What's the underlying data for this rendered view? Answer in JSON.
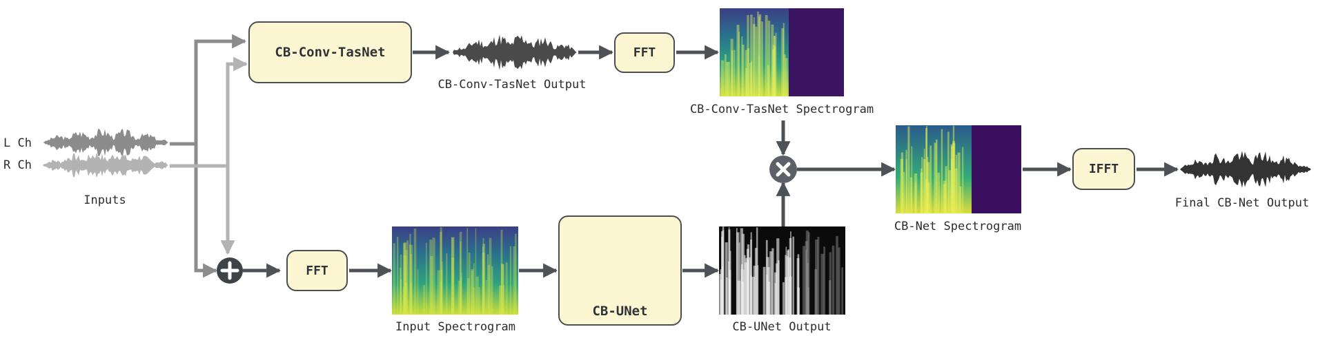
{
  "inputs": {
    "left_channel": "L Ch",
    "right_channel": "R Ch",
    "caption": "Inputs"
  },
  "top_branch": {
    "model": "CB-Conv-TasNet",
    "output_caption": "CB-Conv-TasNet Output",
    "fft": "FFT",
    "spectrogram_caption": "CB-Conv-TasNet Spectrogram"
  },
  "bottom_branch": {
    "fft": "FFT",
    "input_spectrogram_caption": "Input Spectrogram",
    "model": "CB-UNet",
    "output_caption": "CB-UNet Output"
  },
  "output_branch": {
    "spectrogram_caption": "CB-Net Spectrogram",
    "ifft": "IFFT",
    "final_caption": "Final CB-Net Output"
  },
  "colors": {
    "box_fill": "#fcf6d2",
    "arrow": "#4e5156",
    "left_channel": "#8c8c8c",
    "right_channel": "#b3b3b3",
    "spectrogram_low": "#3a0d5e",
    "spectrogram_high": "#dde635"
  },
  "icons": {
    "sum": "plus-circle-icon",
    "multiply": "times-circle-icon"
  }
}
